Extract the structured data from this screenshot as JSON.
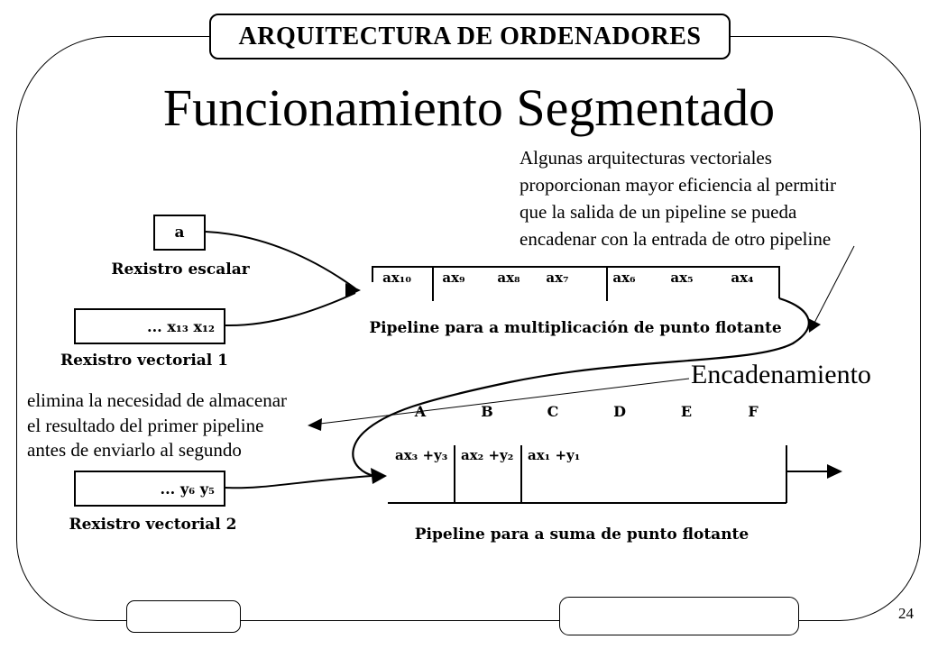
{
  "header": {
    "course_title": "ARQUITECTURA DE ORDENADORES"
  },
  "slide": {
    "title": "Funcionamiento Segmentado",
    "page_number": "24"
  },
  "annotations": {
    "top_right_note": "Algunas arquitecturas vectoriales\nproporcionan mayor eficiencia al permitir\nque la salida de un pipeline se pueda\nencadenar con la entrada de otro pipeline",
    "chaining_label": "Encadenamiento",
    "left_note": "elimina la necesidad de almacenar\nel resultado del primer pipeline\nantes de enviarlo al segundo"
  },
  "diagram": {
    "scalar_register": {
      "value": "a",
      "label": "Rexistro escalar"
    },
    "vector_register_1": {
      "value": "... x₁₃ x₁₂",
      "label": "Rexistro vectorial 1"
    },
    "vector_register_2": {
      "value": "... y₆ y₅",
      "label": "Rexistro vectorial 2"
    },
    "multiply_pipeline": {
      "stages": [
        "ax₁₀",
        "ax₉",
        "ax₈",
        "ax₇",
        "ax₆",
        "ax₅",
        "ax₄"
      ],
      "label": "Pipeline para a multiplicación de punto flotante"
    },
    "sum_pipeline": {
      "stage_letters": [
        "A",
        "B",
        "C",
        "D",
        "E",
        "F"
      ],
      "cells": [
        "ax₃ +y₃",
        "ax₂ +y₂",
        "ax₁ +y₁"
      ],
      "label": "Pipeline para a suma de punto flotante"
    }
  }
}
